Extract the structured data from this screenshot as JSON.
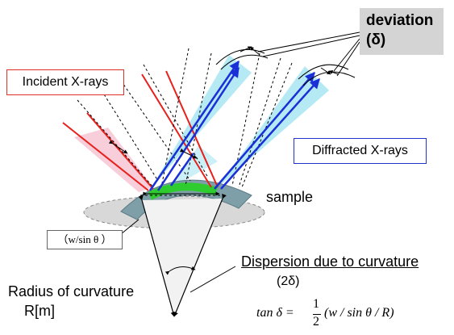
{
  "labels": {
    "deviation_line1": "deviation",
    "deviation_line2": "(δ)",
    "incident": "Incident X-rays",
    "diffracted": "Diffracted X-rays",
    "sample": "sample",
    "w_sin_theta": "（w/sin θ ）",
    "dispersion_title": "Dispersion due to curvature",
    "dispersion_value": "(2δ)",
    "radius_line1": "Radius of curvature",
    "radius_line2": "R[m]"
  },
  "formula": {
    "lhs": "tan δ =",
    "numerator": "1",
    "denominator": "2",
    "rhs": "(w / sin θ / R)"
  },
  "colors": {
    "incident_ray": "#e8201c",
    "diffracted_ray": "#1a2fd6",
    "beam_fill": "#a8e6f2",
    "incident_fill": "#f6c9d6",
    "sample_body": "#7f9fa8",
    "sample_highlight": "#2ecc2e",
    "deviation_bg": "#d4d4d4",
    "substrate": "#d8d8d8"
  }
}
